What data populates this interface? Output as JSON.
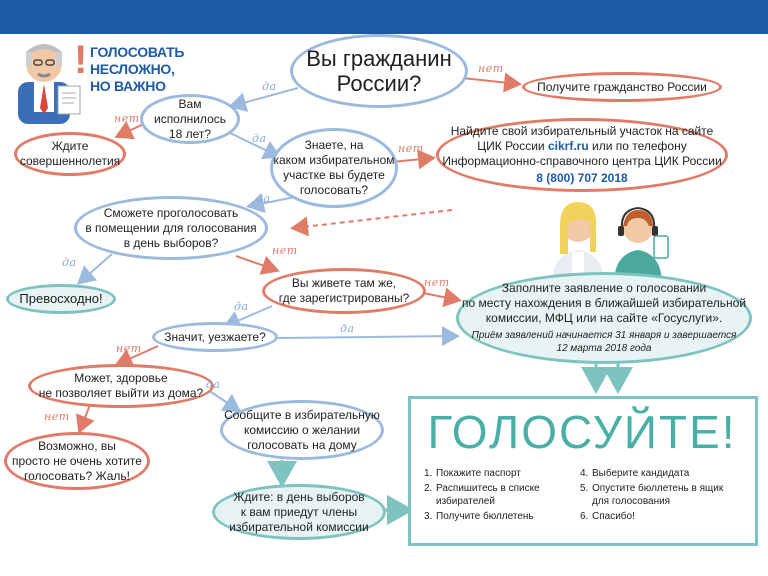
{
  "headline": "ГОЛОСОВАТЬ НЕСЛОЖНО,\nНО ВАЖНО",
  "headline_mark": "!",
  "nodes": {
    "citizen_q": "Вы гражданин\nРоссии?",
    "get_citizenship": "Получите гражданство России",
    "age_q": "Вам исполнилось\n18 лет?",
    "wait_age": "Ждите\nсовершеннолетия",
    "station_q": "Знаете, на\nкаком избирательном\nучастке вы будете\nголосовать?",
    "find_station_pre": "Найдите свой избирательный участок на сайте\nЦИК России ",
    "find_station_site": "cikrf.ru",
    "find_station_post": " или по телефону\nИнформационно-справочного центра ЦИК России",
    "find_station_phone": "8 (800) 707 2018",
    "vote_in_room_q": "Сможете проголосовать\nв помещении для голосования\nв день выборов?",
    "excellent": "Превосходно!",
    "live_there_q": "Вы живете там же,\nгде зарегистрированы?",
    "apply_main": "Заполните заявление о голосовании\nпо месту нахождения в ближайшей избирательной\nкомиссии, МФЦ или на сайте «Госуслуги».",
    "apply_note": "Приём заявлений начинается 31 января и завершается\n12 марта 2018 года",
    "leaving_q": "Значит, уезжаете?",
    "health_q": "Может, здоровье\nне позволяет выйти из дома?",
    "not_want": "Возможно, вы\nпросто не очень хотите\nголосовать? Жаль!",
    "inform_home": "Сообщите в избирательную\nкомиссию о желании\nголосовать на дому",
    "wait_members": "Ждите: в день выборов\nк вам приедут члены\nизбирательной комиссии"
  },
  "vote_box": {
    "title": "ГОЛОСУЙТЕ!",
    "steps_left": [
      {
        "n": "1.",
        "text": "Покажите паспорт"
      },
      {
        "n": "2.",
        "text": "Распишитесь в списке\nизбирателей"
      },
      {
        "n": "3.",
        "text": "Получите бюллетень"
      }
    ],
    "steps_right": [
      {
        "n": "4.",
        "text": "Выберите кандидата"
      },
      {
        "n": "5.",
        "text": "Опустите бюллетень в ящик\nдля голосования"
      },
      {
        "n": "6.",
        "text": "Спасибо!"
      }
    ]
  },
  "labels": {
    "yes": "да",
    "no": "нет"
  },
  "colors": {
    "header_bar": "#1d5aa6",
    "yes_arrow": "#9cb9de",
    "no_arrow": "#e07b68",
    "teal": "#7fc3c0",
    "vote_title": "#49b0a8"
  }
}
